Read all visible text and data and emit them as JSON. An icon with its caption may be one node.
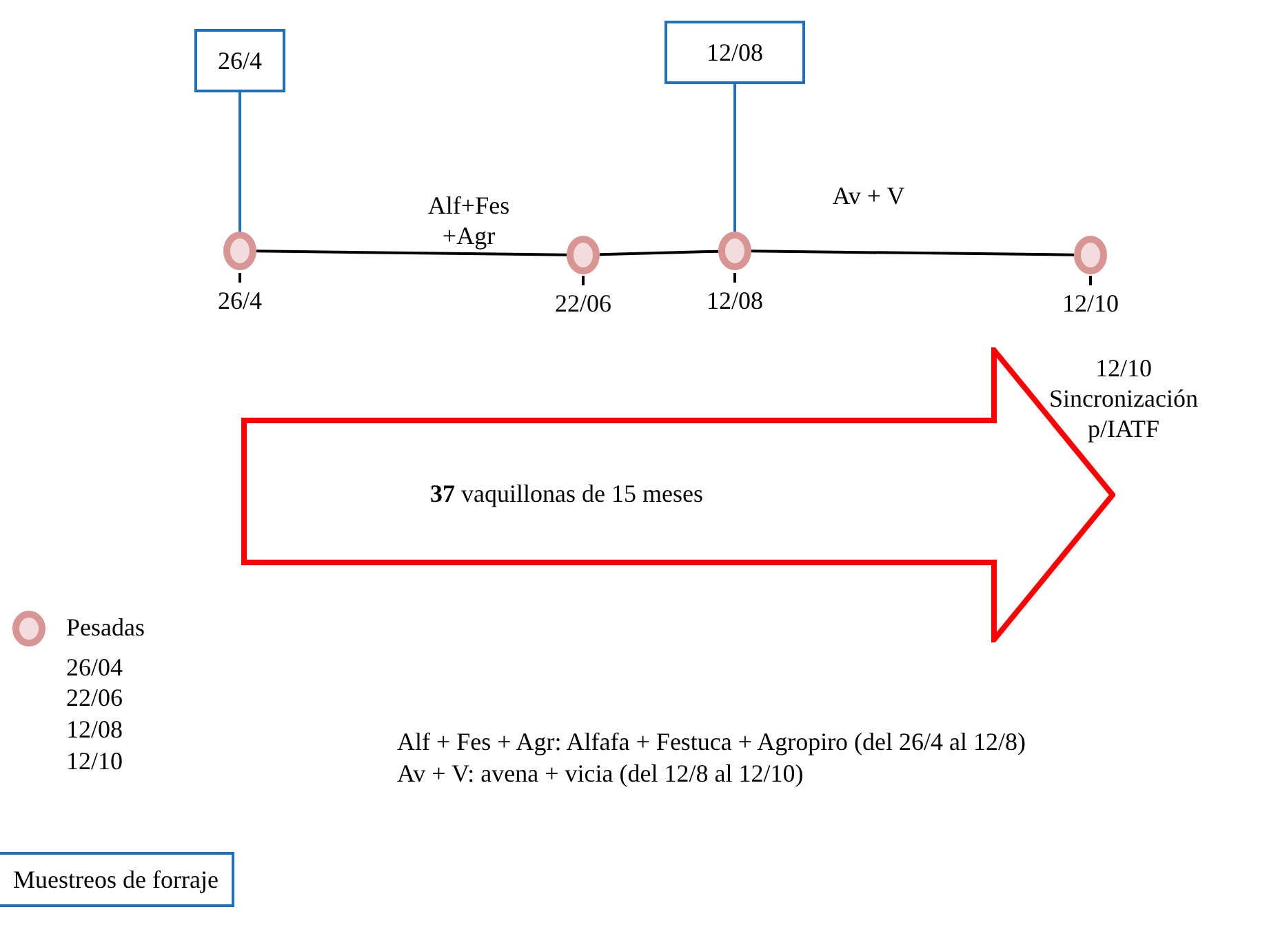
{
  "diagram": {
    "nodes": [
      {
        "text": [
          "26/4"
        ]
      },
      {
        "text": [
          "12/08"
        ]
      },
      {
        "text": [],
        "shape": "circle",
        "beside": [
          "26/4"
        ]
      },
      {
        "text": [],
        "shape": "circle",
        "beside": [
          "22/06"
        ]
      },
      {
        "text": [],
        "shape": "circle",
        "beside": [
          "12/08"
        ]
      },
      {
        "text": [],
        "shape": "circle",
        "beside": [
          "12/10"
        ]
      },
      {
        "text": [
          "**37** vaquillonas de 15 meses"
        ]
      }
    ],
    "edges": [
      {
        "from": 0,
        "to": 2,
        "arrow": "none",
        "color": "#1f6fc0"
      },
      {
        "from": 1,
        "to": 4,
        "arrow": "none",
        "color": "#1f6fc0"
      },
      {
        "from": 2,
        "to": 3,
        "arrow": "none"
      },
      {
        "from": 3,
        "to": 4,
        "arrow": "none"
      },
      {
        "from": 4,
        "to": 5,
        "arrow": "none"
      }
    ],
    "labels": [
      "Alf+Fes +Agr",
      "Av + V",
      "12/10 Sincronización p/IATF",
      "26/04",
      "22/06",
      "12/08",
      "12/10",
      "Alf + Fes + Agr: Alfafa + Festuca + Agropiro (del 26/4 al 12/8)",
      "Av + V: avena + vicia (del 12/8 al 12/10)"
    ],
    "legend": [
      {
        "text": "Pesadas"
      },
      {
        "text": "Muestreos de forraje"
      }
    ]
  }
}
